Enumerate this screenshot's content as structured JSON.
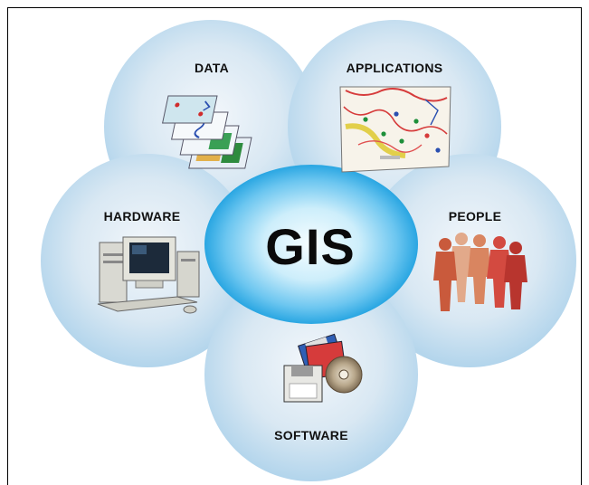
{
  "diagram": {
    "center": "GIS",
    "components": {
      "data": "DATA",
      "applications": "APPLICATIONS",
      "hardware": "HARDWARE",
      "people": "PEOPLE",
      "software": "SOFTWARE"
    }
  },
  "colors": {
    "bubble_light": "#eef4f9",
    "bubble_mid": "#bcd8ec",
    "bubble_edge": "#8fc6e8",
    "center_core": "#f0fbff",
    "center_glow": "#28a9e6",
    "frame": "#000000"
  }
}
